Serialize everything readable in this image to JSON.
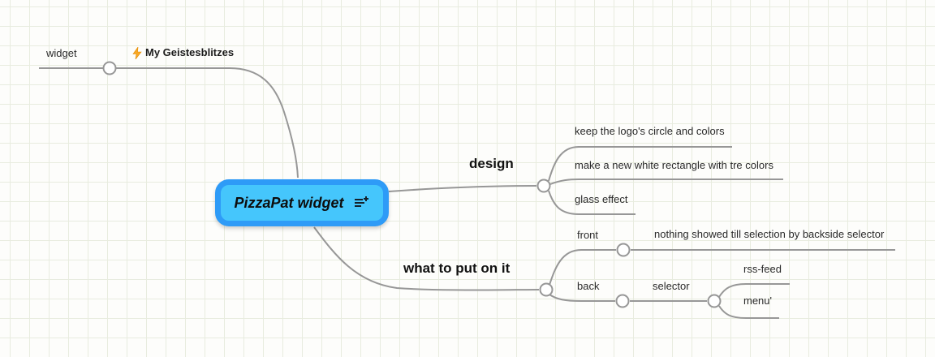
{
  "palette": {
    "background": "#fdfdfb",
    "grid_line": "#e8ecdf",
    "branch_line": "#979797",
    "connector_fill": "#ffffff",
    "root_border": "#2e9bf7",
    "root_fill": "#45c6fc",
    "text_dark": "#1c1c1c",
    "text_node": "#2a2a2a",
    "lightning": "#f9a825"
  },
  "root": {
    "label": "PizzaPat widget",
    "note_icon": "add-note-icon"
  },
  "nodes": {
    "widget": "widget",
    "geistesblitzes": "My Geistesblitzes",
    "design": "design",
    "design_keep": "keep the logo's circle and colors",
    "design_rect": "make a new white rectangle with tre colors",
    "design_glass": "glass effect",
    "what_to_put": "what to put on it",
    "front": "front",
    "front_nothing": "nothing showed till selection by backside selector",
    "back": "back",
    "selector": "selector",
    "rss_feed": "rss-feed",
    "menu": "menu'"
  },
  "icons": {
    "geistesblitz": "lightning-icon",
    "root_note": "add-note-icon"
  }
}
